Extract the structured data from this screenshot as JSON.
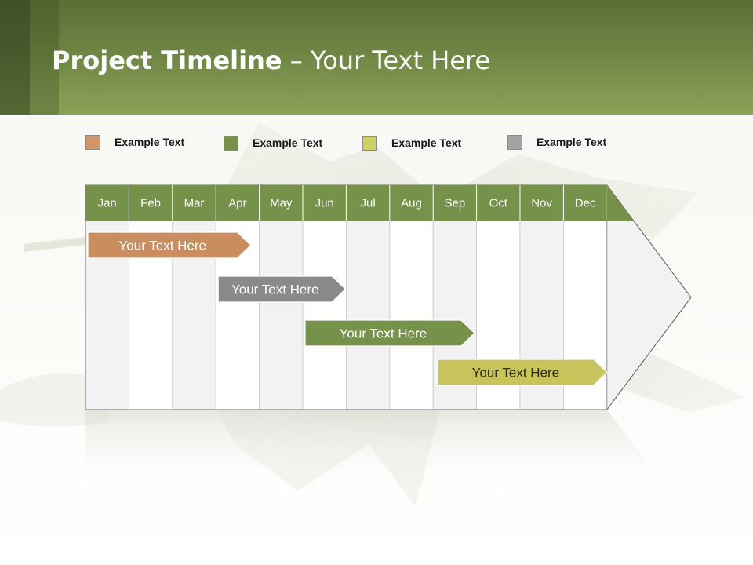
{
  "header": {
    "title_bold": "Project Timeline",
    "title_rest": " – Your Text Here"
  },
  "legend": [
    {
      "label": "Example Text",
      "color": "#cf9468"
    },
    {
      "label": "Example Text",
      "color": "#76924a"
    },
    {
      "label": "Example Text",
      "color": "#cfcf6a"
    },
    {
      "label": "Example Text",
      "color": "#a3a3a3"
    }
  ],
  "timeline": {
    "months": [
      "Jan",
      "Feb",
      "Mar",
      "Apr",
      "May",
      "Jun",
      "Jul",
      "Aug",
      "Sep",
      "Oct",
      "Nov",
      "Dec"
    ],
    "header_color": "#76924a",
    "tasks": [
      {
        "label": "Your  Text Here",
        "start": 0,
        "end": 3.8,
        "color": "#c98d5f"
      },
      {
        "label": "Your  Text Here",
        "start": 3.0,
        "end": 5.98,
        "color": "#8a8a8a"
      },
      {
        "label": "Your  Text Here",
        "start": 5.0,
        "end": 8.95,
        "color": "#76924a"
      },
      {
        "label": "Your  Text Here",
        "start": 8.05,
        "end": 12.0,
        "color": "#c6c45a"
      }
    ]
  }
}
